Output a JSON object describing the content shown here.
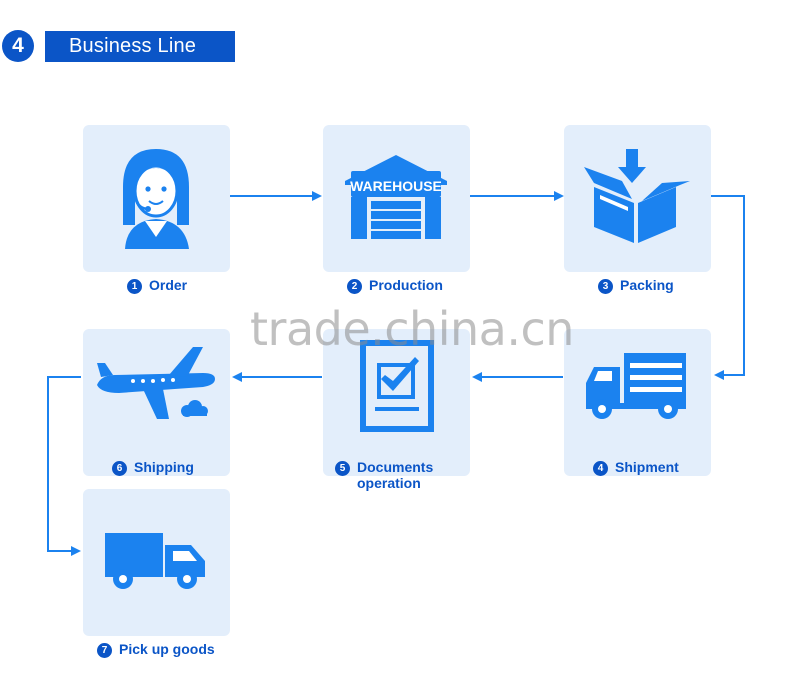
{
  "header": {
    "badge": "4",
    "title": "Business Line"
  },
  "steps": [
    {
      "num": "1",
      "label": "Order",
      "icon": "customer-service-icon"
    },
    {
      "num": "2",
      "label": "Production",
      "icon": "warehouse-icon",
      "icon_text": "WAREHOUSE"
    },
    {
      "num": "3",
      "label": "Packing",
      "icon": "package-icon"
    },
    {
      "num": "4",
      "label": "Shipment",
      "icon": "delivery-truck-icon"
    },
    {
      "num": "5",
      "label_line1": "Documents",
      "label_line2": "operation",
      "icon": "checklist-icon"
    },
    {
      "num": "6",
      "label": "Shipping",
      "icon": "airplane-icon"
    },
    {
      "num": "7",
      "label": "Pick up goods",
      "icon": "truck-icon"
    }
  ],
  "watermark": "trade.china.cn",
  "colors": {
    "brand": "#0b55c7",
    "card_bg": "#e3eefb",
    "icon": "#1b82ef",
    "arrow": "#1b82ef"
  }
}
